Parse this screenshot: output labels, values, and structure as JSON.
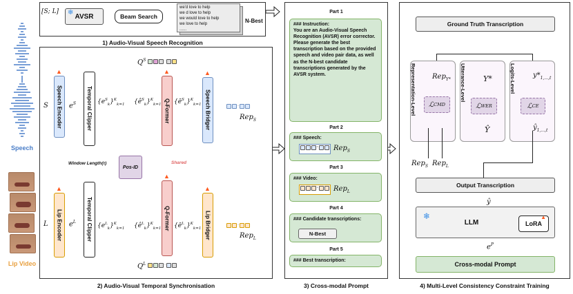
{
  "section1": {
    "caption": "1) Audio-Visual Speech Recognition",
    "input": "[S; L]",
    "avsr": "AVSR",
    "beam_search": "Beam Search",
    "nbest_lines": [
      "we'd love to help",
      "we d love to help",
      "we would love to help",
      "we love to help",
      "......"
    ],
    "nbest_label": "N-Best"
  },
  "section2": {
    "caption": "2) Audio-Visual Temporal Synchronisation",
    "speech_encoder": "Speech Encoder",
    "lip_encoder": "Lip Encoder",
    "temporal_clipper": "Temporal Clipper",
    "qformer": "Q-Former",
    "speech_bridger": "Speech Bridger",
    "lip_bridger": "Lip Bridger",
    "window_length": "Window Length(τ)",
    "pos_id": "Pos-ID",
    "shared": "Shared",
    "sym_S": "S",
    "sym_L": "L",
    "sym_eS": "e",
    "sym_eS_sup": "S",
    "sym_eL": "e",
    "sym_eL_sup": "L",
    "q_s": "Q",
    "q_s_sup": "S",
    "q_l": "Q",
    "q_l_sup": "L",
    "set_s1": "{e^S_k}^K_{k=1}",
    "set_s2": "{ê^S_k}^K_{k=1}",
    "set_s3": "{ē^S_k}^K_{k=1}",
    "set_l1": "{e^L_k}^K_{k=1}",
    "set_l2": "{ê^L_k}^K_{k=1}",
    "set_l3": "{ē^L_k}^K_{k=1}",
    "rep_s": "Rep",
    "rep_s_sub": "S",
    "rep_l": "Rep",
    "rep_l_sub": "L"
  },
  "left": {
    "speech_label": "Speech",
    "lip_label": "Lip Video"
  },
  "section3": {
    "caption": "3) Cross-modal Prompt",
    "part1": "Part 1",
    "instruction": "### Instruction:\nYou are an Audio-Visual Speech Recognition (AVSR) error corrector. Please generate the best transcription based on the provided speech and video pair data, as well as the N-best candidate transcriptions generated by the AVSR system.",
    "part2": "Part 2",
    "speech": "### Speech:",
    "part3": "Part 3",
    "video": "### Video:",
    "part4": "Part 4",
    "candidates": "### Candidate transcriptions:",
    "nbest": "N-Best",
    "part5": "Part 5",
    "best": "### Best transcription:"
  },
  "section4": {
    "caption": "4) Multi-Level Consistency Constraint Training",
    "ground_truth": "Ground Truth Transcription",
    "rep_level": "Representation-Level",
    "utt_level": "Utterance-Level",
    "logit_level": "Logits-Level",
    "l_cmd": "CMD",
    "l_wer": "WER",
    "l_ce": "CE",
    "rep_ystar": "Rep",
    "ystar": "Y*",
    "ystar_seq": "y*",
    "yhat": "Ŷ",
    "yhat_seq": "ŷ",
    "seq_sub": "1,...,t",
    "rep_s": "Rep",
    "rep_l": "Rep",
    "output": "Output Transcription",
    "y_hat_small": "ŷ",
    "llm": "LLM",
    "lora": "LoRA",
    "e_p": "e",
    "e_p_sup": "P",
    "prompt": "Cross-modal Prompt"
  },
  "colors": {
    "green": "#d5e8d4",
    "blue": "#dae8fc",
    "orange": "#ffe6cc",
    "red": "#f8cecc",
    "purple": "#e1d5e7",
    "speech_text": "#4a7ec8",
    "lip_text": "#e8a040",
    "shared": "#e06666"
  }
}
